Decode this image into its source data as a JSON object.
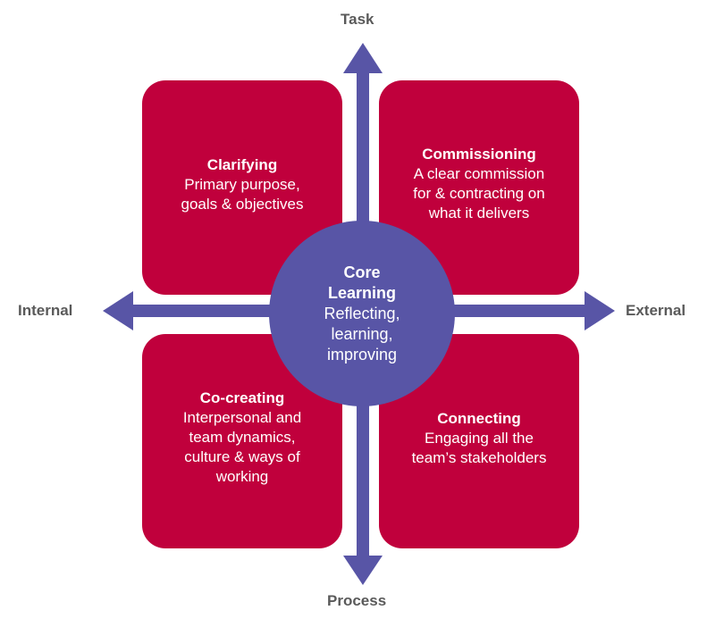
{
  "axes": {
    "top": "Task",
    "bottom": "Process",
    "left": "Internal",
    "right": "External"
  },
  "quadrants": {
    "top_left": {
      "title": "Clarifying",
      "lines": [
        "Primary purpose,",
        "goals & objectives"
      ]
    },
    "top_right": {
      "title": "Commissioning",
      "lines": [
        "A clear commission",
        "for & contracting on",
        "what it delivers"
      ]
    },
    "bottom_left": {
      "title": "Co-creating",
      "lines": [
        "Interpersonal and",
        "team dynamics,",
        "culture & ways of",
        "working"
      ]
    },
    "bottom_right": {
      "title": "Connecting",
      "lines": [
        "Engaging all the",
        "team’s stakeholders"
      ]
    }
  },
  "core": {
    "title_lines": [
      "Core",
      "Learning"
    ],
    "lines": [
      "Reflecting,",
      "learning,",
      "improving"
    ]
  },
  "colors": {
    "quadrant": "#c0003c",
    "core": "#5855a6",
    "arrow": "#5855a6",
    "axis_label": "#5a5a5a",
    "text_light": "#ffffff"
  }
}
